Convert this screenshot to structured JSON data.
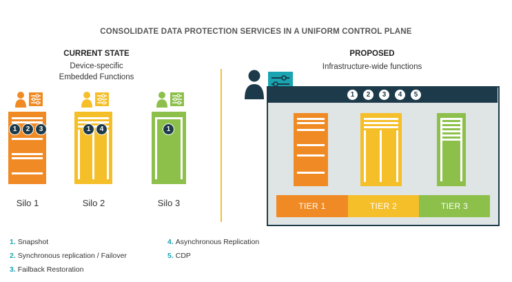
{
  "title": "CONSOLIDATE DATA PROTECTION SERVICES IN A UNIFORM CONTROL PLANE",
  "current": {
    "heading": "CURRENT STATE",
    "sub1": "Device-specific",
    "sub2": "Embedded Functions",
    "silos": [
      {
        "label": "Silo 1",
        "badges": [
          "1",
          "2",
          "3"
        ],
        "color": "#f08a24"
      },
      {
        "label": "Silo 2",
        "badges": [
          "1",
          "4"
        ],
        "color": "#f5bf2a"
      },
      {
        "label": "Silo 3",
        "badges": [
          "1"
        ],
        "color": "#8cc04b"
      }
    ]
  },
  "proposed": {
    "heading": "PROPOSED",
    "sub": "Infrastructure-wide functions",
    "badges": [
      "1",
      "2",
      "3",
      "4",
      "5"
    ],
    "tiers": [
      {
        "label": "TIER 1",
        "color": "#f08a24"
      },
      {
        "label": "TIER 2",
        "color": "#f5bf2a"
      },
      {
        "label": "TIER 3",
        "color": "#8cc04b"
      }
    ]
  },
  "legend": [
    {
      "num": "1.",
      "text": "Snapshot"
    },
    {
      "num": "2.",
      "text": "Synchronous replication / Failover"
    },
    {
      "num": "3.",
      "text": "Failback Restoration"
    },
    {
      "num": "4.",
      "text": "Asynchronous Replication"
    },
    {
      "num": "5.",
      "text": "CDP"
    }
  ],
  "colors": {
    "navy": "#1d3a4a",
    "teal": "#1aa3b0",
    "panel": "#dfe4e4"
  },
  "icons": {
    "person": "person-icon",
    "controls": "sliders-icon"
  }
}
